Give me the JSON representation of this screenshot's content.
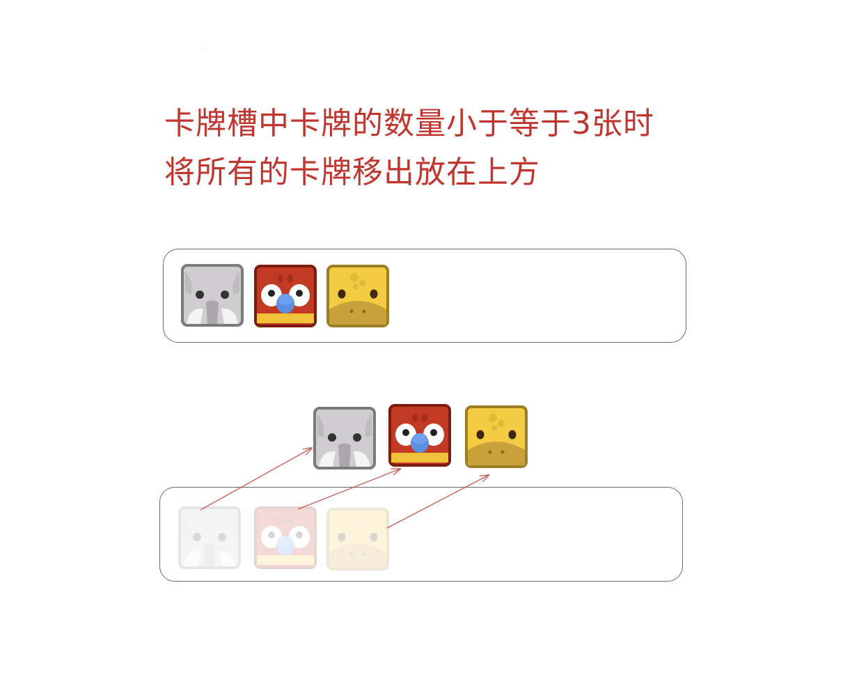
{
  "caption": {
    "line1": "卡牌槽中卡牌的数量小于等于3张时",
    "line2": "将所有的卡牌移出放在上方"
  },
  "colors": {
    "caption": "#c0352e",
    "slot_border": "#6a6a6a",
    "arrow": "#cc5a52",
    "elephant": "#cfcdd0",
    "parrot": "#c23a23",
    "giraffe": "#f3cc43"
  },
  "cards": {
    "before": [
      "elephant-card",
      "parrot-card",
      "giraffe-card"
    ],
    "after": [
      "elephant-card",
      "parrot-card",
      "giraffe-card"
    ],
    "ghost": [
      "elephant-card",
      "parrot-card",
      "giraffe-card"
    ]
  }
}
